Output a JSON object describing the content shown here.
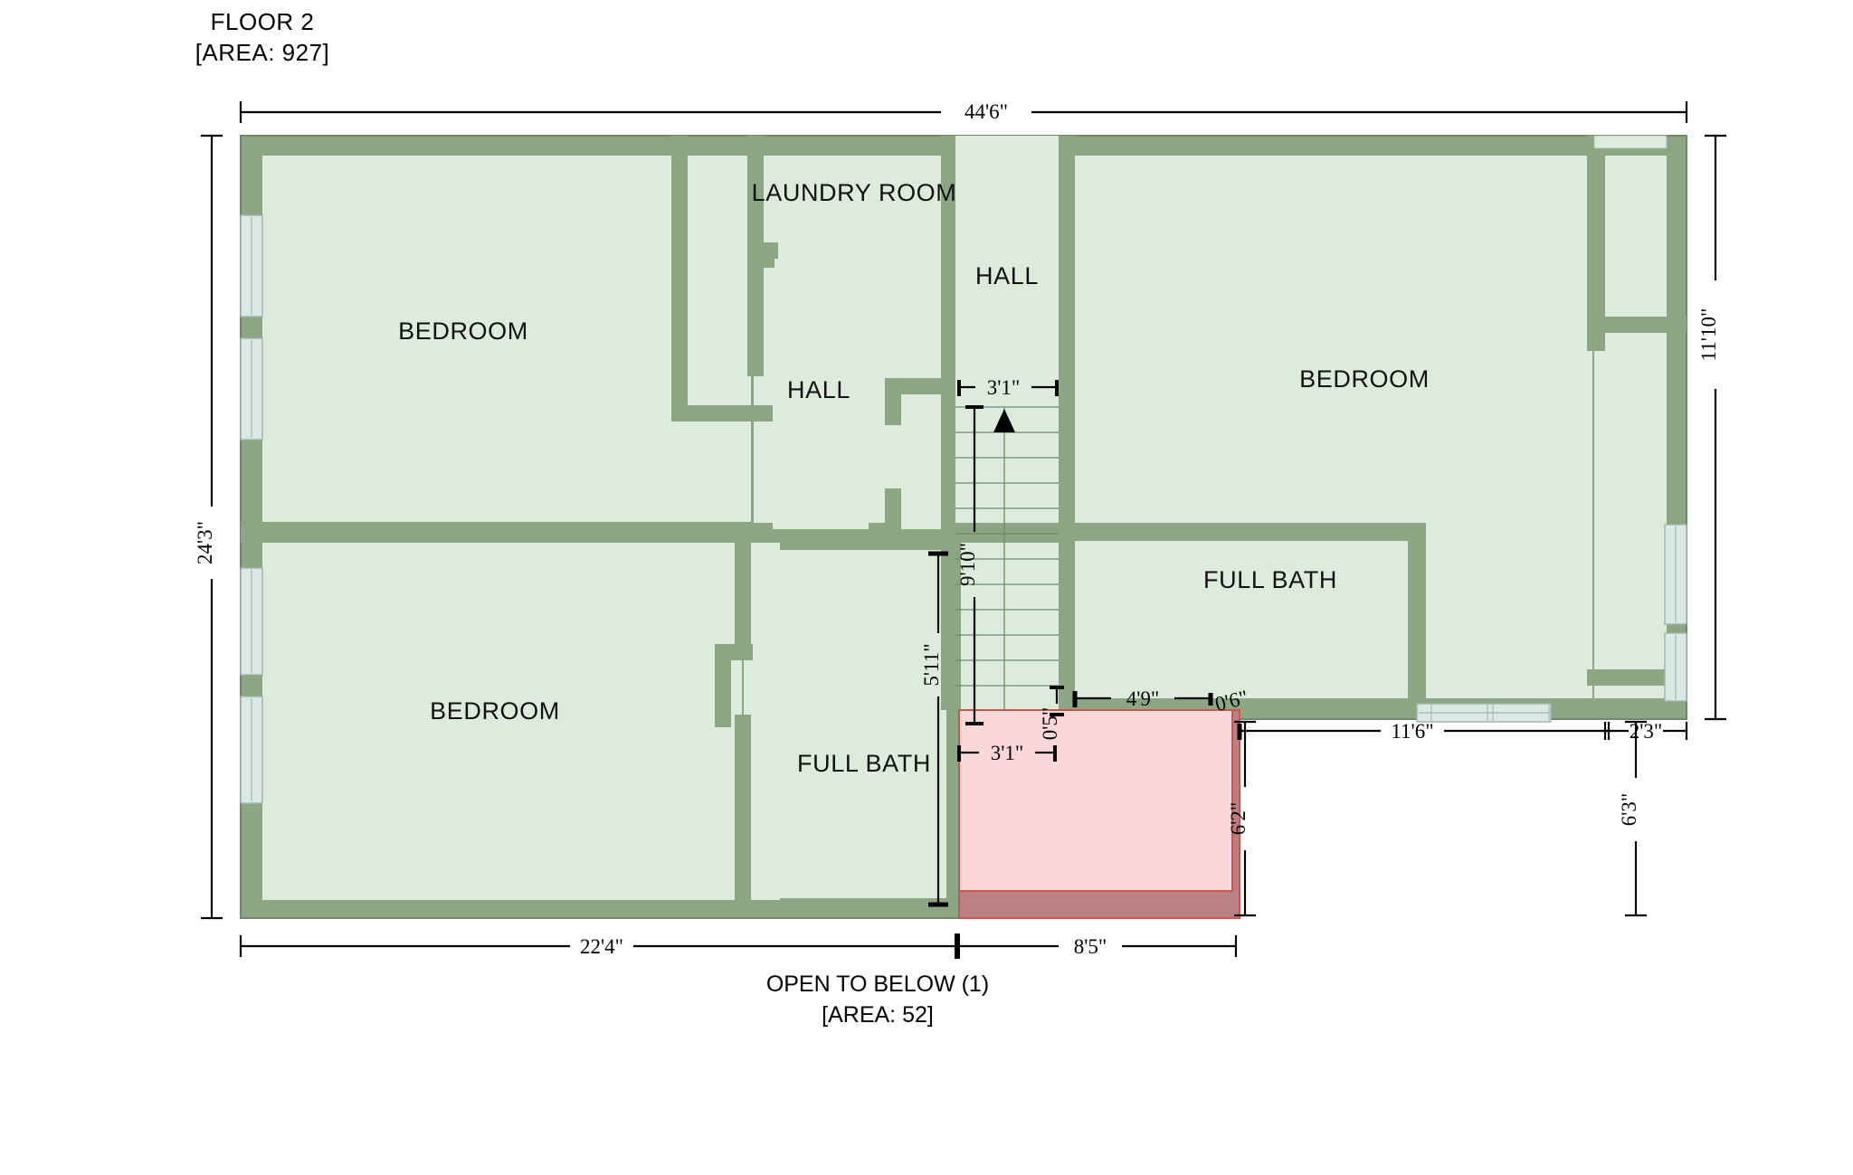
{
  "header": {
    "floor_label": "FLOOR 2",
    "area_label": "[AREA: 927]"
  },
  "footer": {
    "open_to_below_label": "OPEN TO BELOW (1)",
    "open_area_label": "[AREA: 52]"
  },
  "colors": {
    "room_fill": "#dcebdc",
    "wall_fill": "#8ca684",
    "wall_outline": "#6f8a68",
    "open_below_fill": "#fbd7d9",
    "open_below_wall": "#b98183",
    "open_below_outline": "#c9574f",
    "window_fill": "#dce8e4",
    "window_line": "#9fb4ad",
    "dimension_line": "#000000",
    "text": "#000000"
  },
  "rooms": [
    {
      "name": "BEDROOM",
      "id": "bedroom-top-left"
    },
    {
      "name": "LAUNDRY ROOM",
      "id": "laundry-room"
    },
    {
      "name": "HALL",
      "id": "hall-upper-right"
    },
    {
      "name": "BEDROOM",
      "id": "bedroom-right"
    },
    {
      "name": "HALL",
      "id": "hall-center"
    },
    {
      "name": "FULL BATH",
      "id": "full-bath-right"
    },
    {
      "name": "BEDROOM",
      "id": "bedroom-bottom-left"
    },
    {
      "name": "FULL BATH",
      "id": "full-bath-center"
    }
  ],
  "dimensions": {
    "top_overall": "44'6\"",
    "left_overall": "24'3\"",
    "right_upper": "11'10\"",
    "right_notch": "2'3\"",
    "right_lower": "6'3\"",
    "bottom_left": "22'4\"",
    "bottom_right": "8'5\"",
    "stair_width_top": "3'1\"",
    "stair_width_bottom": "3'1\"",
    "stair_run": "9'10\"",
    "stair_offset": "0'5\"",
    "bath_run": "4'9\"",
    "bath_gap": "0'6\"",
    "open_width": "11'6\"",
    "open_height": "6'2\"",
    "bath_left_height": "5'11\""
  },
  "chart_data": {
    "type": "table",
    "title": "FLOOR 2 floor plan",
    "total_area": 927,
    "open_to_below_area": 52,
    "overall_width": "44'6\"",
    "overall_depth": "24'3\"",
    "room_list": [
      "BEDROOM",
      "BEDROOM",
      "BEDROOM",
      "LAUNDRY ROOM",
      "HALL",
      "HALL",
      "FULL BATH",
      "FULL BATH",
      "OPEN TO BELOW"
    ]
  }
}
